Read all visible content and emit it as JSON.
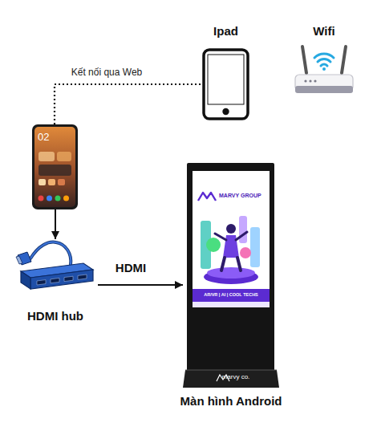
{
  "diagram": {
    "nodes": [
      {
        "text": [
          "Ipad"
        ]
      },
      {
        "text": [
          "Wifi"
        ]
      },
      {
        "text": [
          "02"
        ]
      },
      {
        "text": [
          "HDMI hub"
        ]
      },
      {
        "text": [
          "MARVY GROUP",
          "AR/VR | AI | COOL TECHS",
          "marvy co.",
          "Màn hình Android"
        ]
      }
    ],
    "edges": [
      {
        "from": 2,
        "to": 0,
        "arrow": "none",
        "label": "Kết nối qua Web"
      },
      {
        "from": 2,
        "to": 3,
        "arrow": "to"
      },
      {
        "from": 3,
        "to": 4,
        "arrow": "to",
        "label": "HDMI"
      }
    ]
  }
}
